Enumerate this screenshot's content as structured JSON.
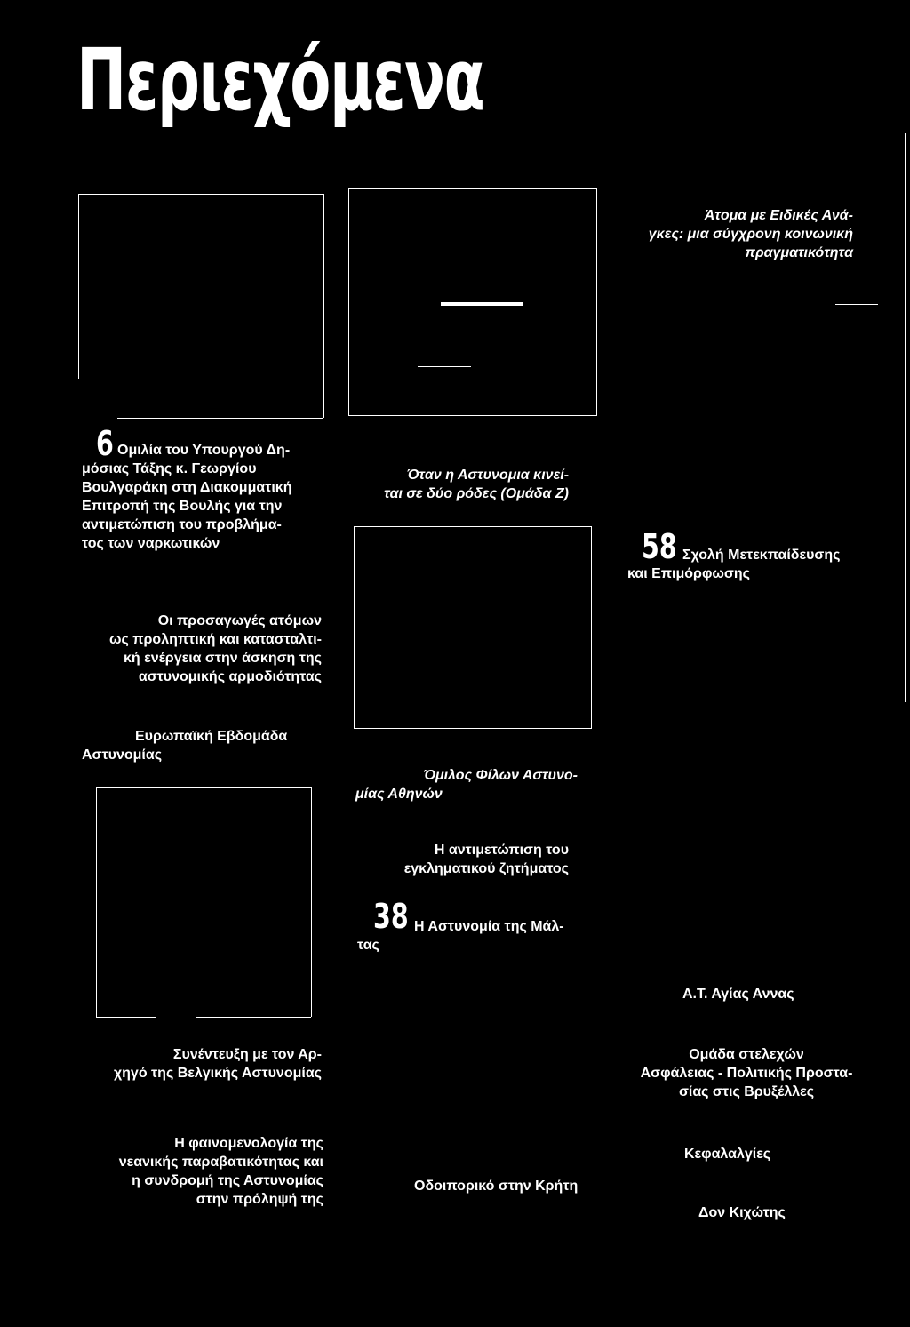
{
  "page": {
    "title": "Περιεχόμενα"
  },
  "entries": {
    "atoma": {
      "lines": [
        "Άτομα με Ειδικές Ανά-",
        "γκες: μια σύγχρονη κοινωνική",
        "πραγματικότητα"
      ]
    },
    "omilia": {
      "number": "6",
      "lines": [
        "Ομιλία του Υπουργού Δη-",
        "μόσιας Τάξης κ. Γεωργίου",
        "Βουλγαράκη στη Διακομματική",
        "Επιτροπή της Βουλής για την",
        "αντιμετώπιση του προβλήμα-",
        "τος των ναρκωτικών"
      ]
    },
    "otan": {
      "lines": [
        "Όταν η Αστυνομια κινεί-",
        "ται σε δύο ρόδες (Ομάδα Ζ)"
      ]
    },
    "sxoli": {
      "number": "58",
      "lines": [
        "Σχολή Μετεκπαίδευσης",
        "και Επιμόρφωσης"
      ]
    },
    "prosagoges": {
      "lines": [
        "Οι προσαγωγές ατόμων",
        "ως προληπτική και κατασταλτι-",
        "κή ενέργεια στην άσκηση της",
        "αστυνομικής αρμοδιότητας"
      ]
    },
    "evropaiki": {
      "lines": [
        "Ευρωπαϊκή Εβδομάδα",
        "Αστυνομίας"
      ]
    },
    "omilos": {
      "lines": [
        "Όμιλος Φίλων Αστυνο-",
        "μίας Αθηνών"
      ]
    },
    "antimetopisi": {
      "lines": [
        "Η αντιμετώπιση του",
        "εγκληματικού ζητήματος"
      ]
    },
    "malta": {
      "number": "38",
      "lines": [
        "Η Αστυνομία της Μάλ-",
        "τας"
      ]
    },
    "agias_annas": {
      "lines": [
        "Α.Τ. Αγίας Αννας"
      ]
    },
    "synentefxi": {
      "lines": [
        "Συνέντευξη με τον Αρ-",
        "χηγό της Βελγικής Αστυνομίας"
      ]
    },
    "omada_stelexon": {
      "lines": [
        "Ομάδα στελεχών",
        "Ασφάλειας - Πολιτικής Προστα-",
        "σίας στις Βρυξέλλες"
      ]
    },
    "fainomenologia": {
      "lines": [
        "Η φαινομενολογία της",
        "νεανικής παραβατικότητας και",
        "η συνδρομή της Αστυνομίας",
        "στην πρόληψή της"
      ]
    },
    "kefalalgies": {
      "lines": [
        "Κεφαλαλγίες"
      ]
    },
    "odoiporiko": {
      "lines": [
        "Οδοιπορικό στην Κρήτη"
      ]
    },
    "don_kixotis": {
      "lines": [
        "Δον Κιχώτης"
      ]
    }
  }
}
